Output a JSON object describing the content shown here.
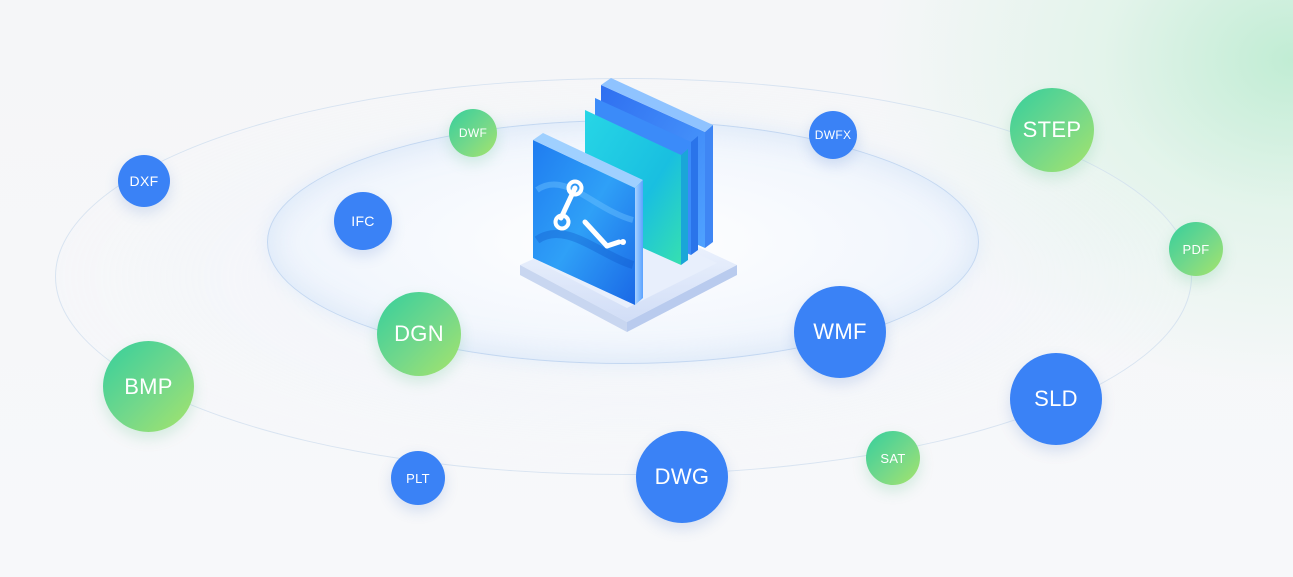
{
  "formats": [
    {
      "id": "dwf",
      "label": "DWF",
      "color": "green"
    },
    {
      "id": "dwfx",
      "label": "DWFX",
      "color": "blue"
    },
    {
      "id": "step",
      "label": "STEP",
      "color": "green"
    },
    {
      "id": "dxf",
      "label": "DXF",
      "color": "blue"
    },
    {
      "id": "ifc",
      "label": "IFC",
      "color": "blue"
    },
    {
      "id": "pdf",
      "label": "PDF",
      "color": "green"
    },
    {
      "id": "dgn",
      "label": "DGN",
      "color": "green"
    },
    {
      "id": "wmf",
      "label": "WMF",
      "color": "blue"
    },
    {
      "id": "bmp",
      "label": "BMP",
      "color": "green"
    },
    {
      "id": "sld",
      "label": "SLD",
      "color": "blue"
    },
    {
      "id": "sat",
      "label": "SAT",
      "color": "green"
    },
    {
      "id": "plt",
      "label": "PLT",
      "color": "blue"
    },
    {
      "id": "dwg",
      "label": "DWG",
      "color": "blue"
    }
  ],
  "colors": {
    "blue": "#3a82f6",
    "green_start": "#35cf9c",
    "green_end": "#a6e46a"
  },
  "center_icon": "cad-converter-app-icon"
}
